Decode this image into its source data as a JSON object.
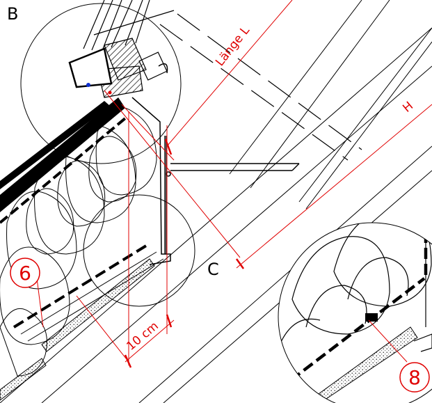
{
  "labels": {
    "detail_b": "B",
    "detail_c": "C",
    "length_l": "Länge L",
    "height_h": "H",
    "dim_10cm": "10 cm",
    "item_6": "6",
    "item_8": "8"
  },
  "colors": {
    "line": "#000000",
    "red": "#e00000",
    "blue": "#1030d0",
    "background": "#ffffff"
  }
}
